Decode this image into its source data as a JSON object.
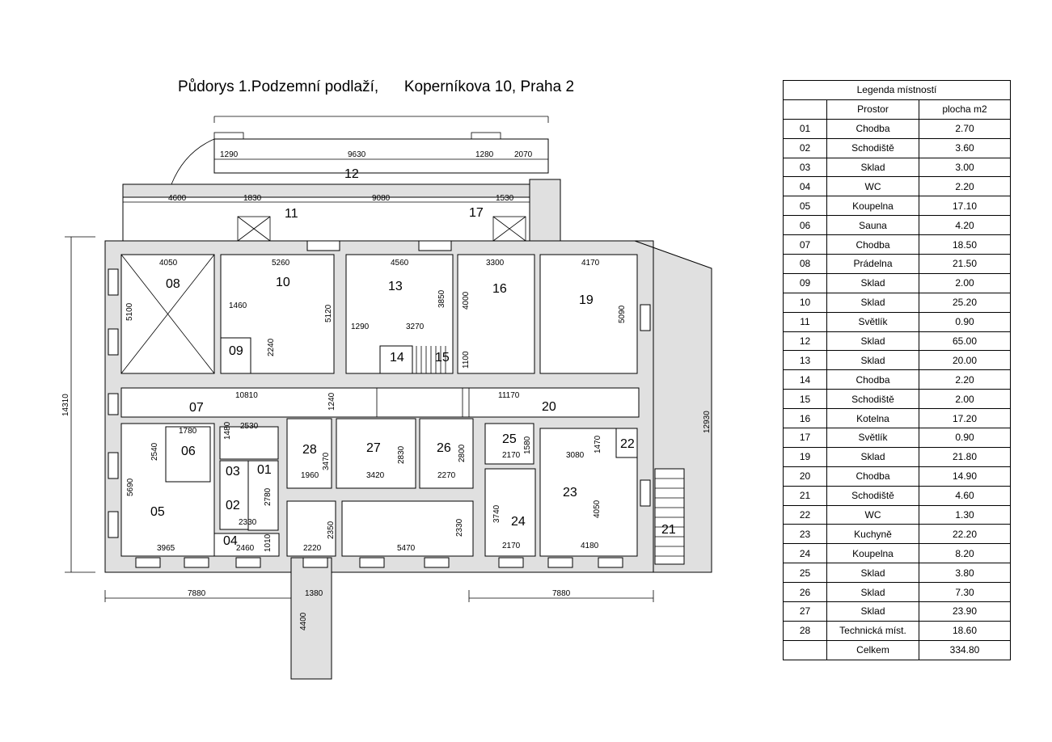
{
  "title": "Půdorys 1.Podzemní podlaží,      Koperníkova 10, Praha 2",
  "legend": {
    "heading": "Legenda místností",
    "col_space": "Prostor",
    "col_area": "plocha m2",
    "rows": [
      {
        "no": "01",
        "name": "Chodba",
        "area": "2.70"
      },
      {
        "no": "02",
        "name": "Schodiště",
        "area": "3.60"
      },
      {
        "no": "03",
        "name": "Sklad",
        "area": "3.00"
      },
      {
        "no": "04",
        "name": "WC",
        "area": "2.20"
      },
      {
        "no": "05",
        "name": "Koupelna",
        "area": "17.10"
      },
      {
        "no": "06",
        "name": "Sauna",
        "area": "4.20"
      },
      {
        "no": "07",
        "name": "Chodba",
        "area": "18.50"
      },
      {
        "no": "08",
        "name": "Prádelna",
        "area": "21.50"
      },
      {
        "no": "09",
        "name": "Sklad",
        "area": "2.00"
      },
      {
        "no": "10",
        "name": "Sklad",
        "area": "25.20"
      },
      {
        "no": "11",
        "name": "Světlík",
        "area": "0.90"
      },
      {
        "no": "12",
        "name": "Sklad",
        "area": "65.00"
      },
      {
        "no": "13",
        "name": "Sklad",
        "area": "20.00"
      },
      {
        "no": "14",
        "name": "Chodba",
        "area": "2.20"
      },
      {
        "no": "15",
        "name": "Schodiště",
        "area": "2.00"
      },
      {
        "no": "16",
        "name": "Kotelna",
        "area": "17.20"
      },
      {
        "no": "17",
        "name": "Světlík",
        "area": "0.90"
      },
      {
        "no": "19",
        "name": "Sklad",
        "area": "21.80"
      },
      {
        "no": "20",
        "name": "Chodba",
        "area": "14.90"
      },
      {
        "no": "21",
        "name": "Schodiště",
        "area": "4.60"
      },
      {
        "no": "22",
        "name": "WC",
        "area": "1.30"
      },
      {
        "no": "23",
        "name": "Kuchyně",
        "area": "22.20"
      },
      {
        "no": "24",
        "name": "Koupelna",
        "area": "8.20"
      },
      {
        "no": "25",
        "name": "Sklad",
        "area": "3.80"
      },
      {
        "no": "26",
        "name": "Sklad",
        "area": "7.30"
      },
      {
        "no": "27",
        "name": "Sklad",
        "area": "23.90"
      },
      {
        "no": "28",
        "name": "Technická míst.",
        "area": "18.60"
      }
    ],
    "total_label": "Celkem",
    "total_area": "334.80"
  },
  "rooms": {
    "r01": "01",
    "r02": "02",
    "r03": "03",
    "r04": "04",
    "r05": "05",
    "r06": "06",
    "r07": "07",
    "r08": "08",
    "r09": "09",
    "r10": "10",
    "r11": "11",
    "r12": "12",
    "r13": "13",
    "r14": "14",
    "r15": "15",
    "r16": "16",
    "r17": "17",
    "r19": "19",
    "r20": "20",
    "r21": "21",
    "r22": "22",
    "r23": "23",
    "r24": "24",
    "r25": "25",
    "r26": "26",
    "r27": "27",
    "r28": "28"
  },
  "dims": {
    "d1290a": "1290",
    "d9630": "9630",
    "d1280": "1280",
    "d2070": "2070",
    "d4600": "4600",
    "d1830": "1830",
    "d9080": "9080",
    "d1530": "1530",
    "d4050": "4050",
    "d5260": "5260",
    "d4560": "4560",
    "d3300": "3300",
    "d4170": "4170",
    "d5100": "5100",
    "d1460": "1460",
    "d5120": "5120",
    "d2240": "2240",
    "d3850": "3850",
    "d4000": "4000",
    "d1290b": "1290",
    "d3270": "3270",
    "d1100": "1100",
    "d5090": "5090",
    "d10810": "10810",
    "d1240": "1240",
    "d11170": "11170",
    "d1780": "1780",
    "d2530": "2530",
    "d1480": "1480",
    "d2540": "2540",
    "d1960": "1960",
    "d3470": "3470",
    "d3420": "3420",
    "d2830": "2830",
    "d2270": "2270",
    "d2800": "2800",
    "d2170a": "2170",
    "d1580": "1580",
    "d3080": "3080",
    "d1470": "1470",
    "d5690": "5690",
    "d2780": "2780",
    "d2330a": "2330",
    "d3740": "3740",
    "d4050b": "4050",
    "d3965": "3965",
    "d2460": "2460",
    "d1010": "1010",
    "d2220": "2220",
    "d2350": "2350",
    "d5470": "5470",
    "d2330b": "2330",
    "d2170b": "2170",
    "d4180": "4180",
    "d14310": "14310",
    "d12930": "12930",
    "d7880a": "7880",
    "d1380": "1380",
    "d7880b": "7880",
    "d4400": "4400"
  }
}
